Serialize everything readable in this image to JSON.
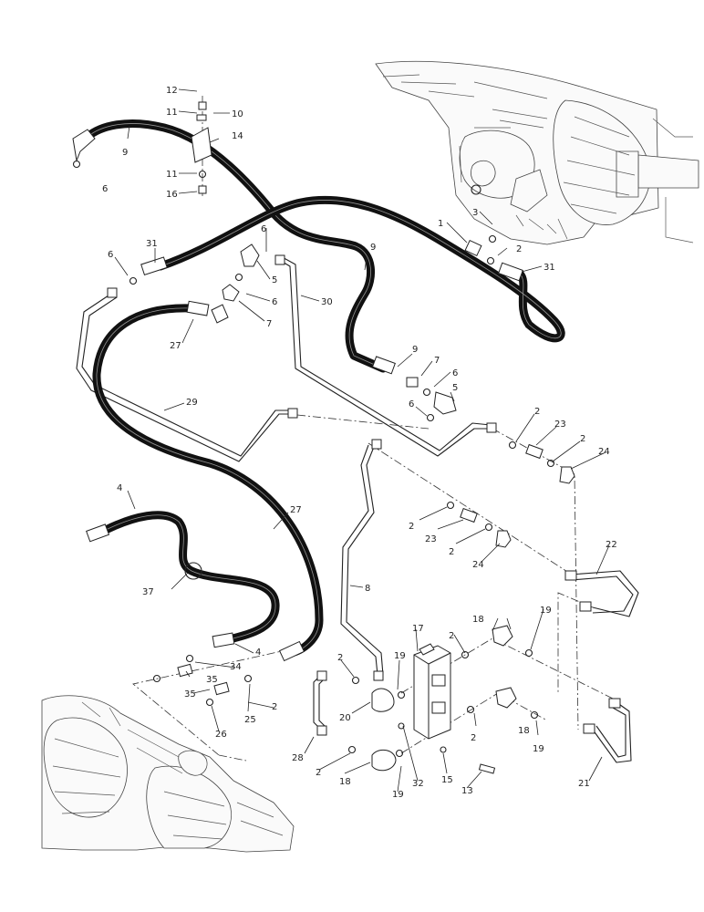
{
  "diagram": {
    "callouts": [
      {
        "id": "c12a",
        "text": "12"
      },
      {
        "id": "c11a",
        "text": "11"
      },
      {
        "id": "c10",
        "text": "10"
      },
      {
        "id": "c14",
        "text": "14"
      },
      {
        "id": "c9a",
        "text": "9"
      },
      {
        "id": "c6a",
        "text": "6"
      },
      {
        "id": "c11b",
        "text": "11"
      },
      {
        "id": "c16a",
        "text": "16"
      },
      {
        "id": "c3",
        "text": "3"
      },
      {
        "id": "c1",
        "text": "1"
      },
      {
        "id": "c2a",
        "text": "2"
      },
      {
        "id": "c31a",
        "text": "31"
      },
      {
        "id": "c6b",
        "text": "6"
      },
      {
        "id": "c31b",
        "text": "31"
      },
      {
        "id": "c6c",
        "text": "6"
      },
      {
        "id": "c5a",
        "text": "5"
      },
      {
        "id": "c9b",
        "text": "9"
      },
      {
        "id": "c6d",
        "text": "6"
      },
      {
        "id": "c30",
        "text": "30"
      },
      {
        "id": "c7a",
        "text": "7"
      },
      {
        "id": "c27a",
        "text": "27"
      },
      {
        "id": "c9c",
        "text": "9"
      },
      {
        "id": "c7b",
        "text": "7"
      },
      {
        "id": "c6e",
        "text": "6"
      },
      {
        "id": "c5b",
        "text": "5"
      },
      {
        "id": "c29",
        "text": "29"
      },
      {
        "id": "c6f",
        "text": "6"
      },
      {
        "id": "c2b",
        "text": "2"
      },
      {
        "id": "c23a",
        "text": "23"
      },
      {
        "id": "c2c",
        "text": "2"
      },
      {
        "id": "c24a",
        "text": "24"
      },
      {
        "id": "c4a",
        "text": "4"
      },
      {
        "id": "c27b",
        "text": "27"
      },
      {
        "id": "c2d",
        "text": "2"
      },
      {
        "id": "c23b",
        "text": "23"
      },
      {
        "id": "c2e",
        "text": "2"
      },
      {
        "id": "c24b",
        "text": "24"
      },
      {
        "id": "c22",
        "text": "22"
      },
      {
        "id": "c37",
        "text": "37"
      },
      {
        "id": "c8",
        "text": "8"
      },
      {
        "id": "c19a",
        "text": "19"
      },
      {
        "id": "c17",
        "text": "17"
      },
      {
        "id": "c18a",
        "text": "18"
      },
      {
        "id": "c2f",
        "text": "2"
      },
      {
        "id": "c4b",
        "text": "4"
      },
      {
        "id": "c34",
        "text": "34"
      },
      {
        "id": "c2g",
        "text": "2"
      },
      {
        "id": "c19b",
        "text": "19"
      },
      {
        "id": "c35a",
        "text": "35"
      },
      {
        "id": "c35b",
        "text": "35"
      },
      {
        "id": "c20",
        "text": "20"
      },
      {
        "id": "c18b",
        "text": "18"
      },
      {
        "id": "c2h",
        "text": "2"
      },
      {
        "id": "c19c",
        "text": "19"
      },
      {
        "id": "c25",
        "text": "25"
      },
      {
        "id": "c2i",
        "text": "2"
      },
      {
        "id": "c26",
        "text": "26"
      },
      {
        "id": "c28",
        "text": "28"
      },
      {
        "id": "c2j",
        "text": "2"
      },
      {
        "id": "c18c",
        "text": "18"
      },
      {
        "id": "c19d",
        "text": "19"
      },
      {
        "id": "c32",
        "text": "32"
      },
      {
        "id": "c15",
        "text": "15"
      },
      {
        "id": "c13",
        "text": "13"
      },
      {
        "id": "c21",
        "text": "21"
      }
    ]
  }
}
